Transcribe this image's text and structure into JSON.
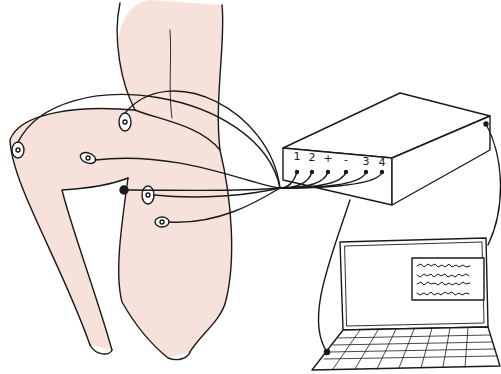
{
  "diagram": {
    "labels": [
      "1",
      "2",
      "+",
      "-",
      "3",
      "4"
    ]
  }
}
